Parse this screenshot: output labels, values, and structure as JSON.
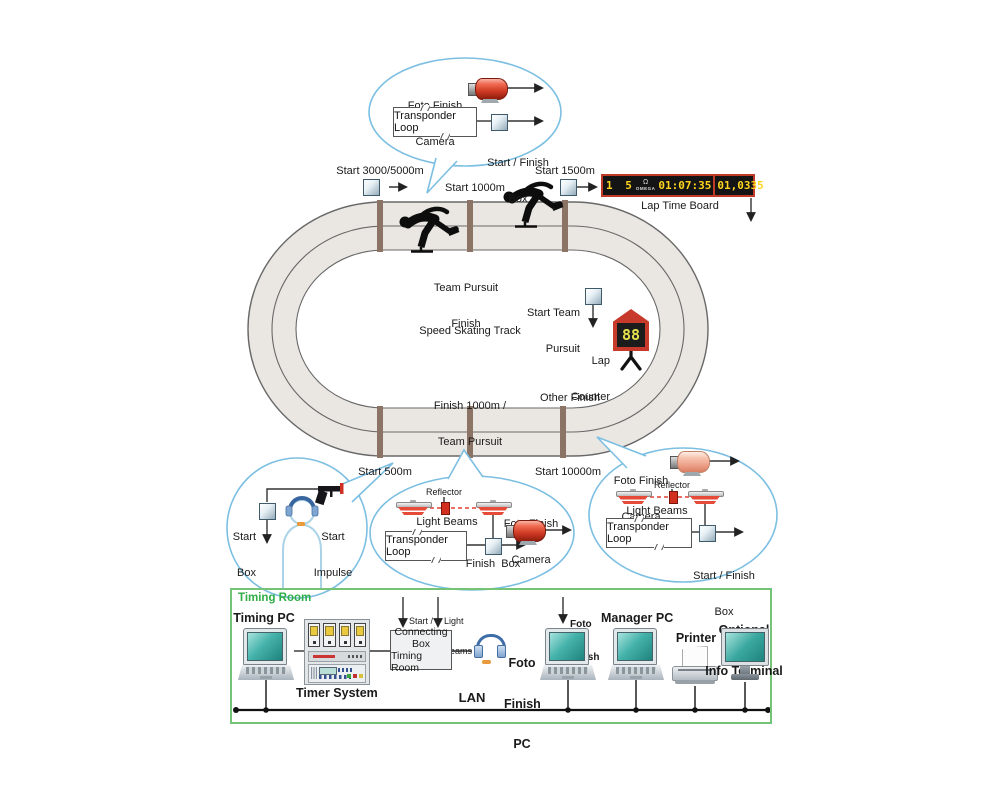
{
  "scoreboard": {
    "left_digits": "1 5",
    "omega_symbol": "Ω",
    "brand": "OMEGA",
    "running_time": "01:07:35",
    "lap_time": "01,0335",
    "label": "Lap Time Board"
  },
  "track": {
    "name": "Speed Skating Track",
    "start_3000_5000": "Start 3000/5000m",
    "start_1000": "Start 1000m",
    "start_1500": "Start 1500m",
    "team_pursuit_finish": [
      "Team Pursuit",
      "Finish"
    ],
    "start_team_pursuit": [
      "Start Team",
      "Pursuit"
    ],
    "lap_counter_label": [
      "Lap",
      "Counter"
    ],
    "lap_counter_value": "88",
    "finish_1000_team_pursuit": [
      "Finish 1000m /",
      "Team Pursuit"
    ],
    "other_finish": "Other Finish",
    "start_500": "Start 500m",
    "start_10000": "Start 10000m"
  },
  "bubble_top": {
    "camera": [
      "Foto Finish",
      "Camera"
    ],
    "transponder": "Transponder Loop",
    "box": [
      "Start / Finish",
      "Box"
    ]
  },
  "bubble_start": {
    "start_box": [
      "Start",
      "Box"
    ],
    "start_impulse": [
      "Start",
      "Impulse"
    ]
  },
  "bubble_finish": {
    "reflector": "Reflector",
    "light_beams": "Light Beams",
    "camera": [
      "Foto Finish",
      "Camera"
    ],
    "transponder": "Transponder Loop",
    "box": "Finish  Box"
  },
  "bubble_right": {
    "camera": [
      "Foto Finish",
      "Camera"
    ],
    "reflector": "Reflector",
    "light_beams": "Light Beams",
    "transponder": "Transponder Loop",
    "box": [
      "Start / Finish",
      "Box"
    ]
  },
  "timing_room": {
    "title": "Timing Room",
    "timing_pc": "Timing PC",
    "timer_system": "Timer System",
    "connecting_box": [
      "Connecting",
      "Box",
      "Timing Room"
    ],
    "start_finish_feed": [
      "Start /",
      "Finish"
    ],
    "light_beams_feed": [
      "Light",
      "Beams"
    ],
    "foto_finish_feed": [
      "Foto",
      "Finish"
    ],
    "foto_finish_pc": [
      "Foto",
      "Finish",
      "PC"
    ],
    "manager_pc": "Manager PC",
    "printer": "Printer",
    "info_terminal": [
      "Optional",
      "Info Terminal"
    ],
    "lan": "LAN"
  },
  "colors": {
    "bubble_outline": "#7cbfe2",
    "room_border": "#74c377",
    "room_title_green": "#2fae45",
    "digit_yellow": "#ffd51e",
    "camera_red": "#d03a24",
    "track_fill": "#eae7e2",
    "lane_bar_brown": "#8b7465"
  }
}
